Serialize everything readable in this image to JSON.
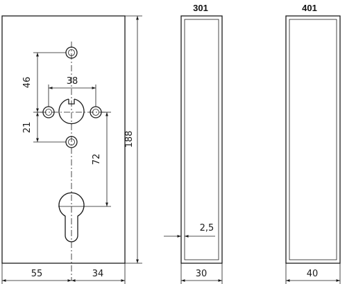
{
  "plate_dims": {
    "d46": "46",
    "d38": "38",
    "d21": "21",
    "d72": "72",
    "d188": "188",
    "d55": "55",
    "d34": "34"
  },
  "profile_301": {
    "title": "301",
    "width": "30",
    "wall": "2,5"
  },
  "profile_401": {
    "title": "401",
    "width": "40"
  }
}
